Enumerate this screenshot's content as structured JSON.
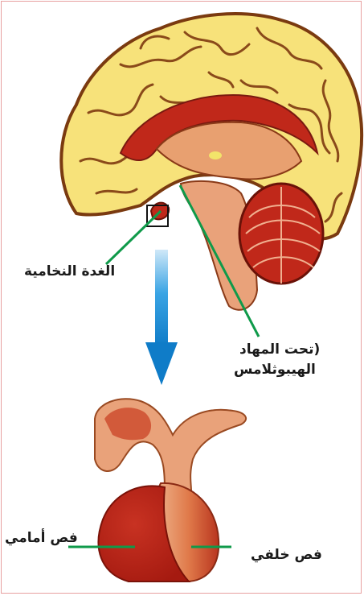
{
  "labels": {
    "pituitary_gland": "الغدة النخامية",
    "hypothalamus_line1": "(تحت المهاد",
    "hypothalamus_line2": "الهيبوثلامس",
    "anterior_lobe": "فص أمامي",
    "posterior_lobe": "فص خلفي"
  },
  "colors": {
    "cortex_yellow": "#f7e27a",
    "cortex_outline": "#7a3a10",
    "inner_red": "#c0281a",
    "tissue_orange": "#e07a4a",
    "pointer_green": "#0f9a4a",
    "arrow_blue": "#1a8fd8",
    "frame_pink": "#e8a0a0"
  }
}
